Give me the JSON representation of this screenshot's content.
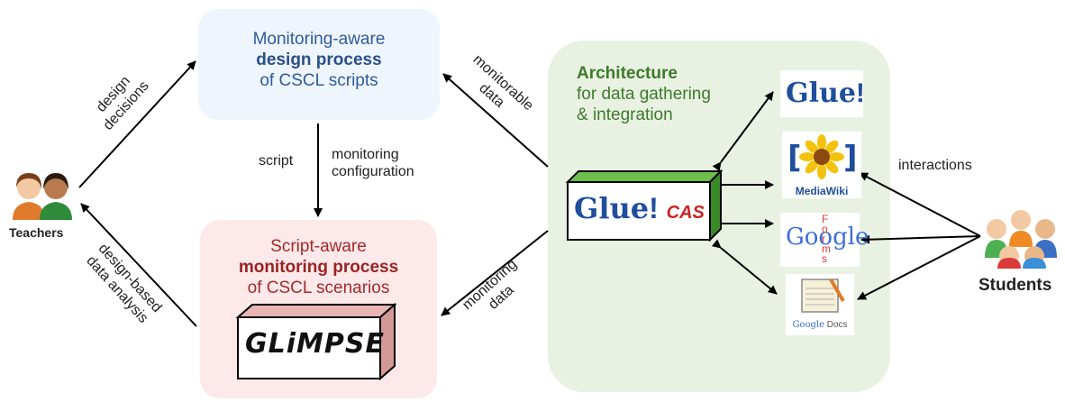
{
  "design_box": {
    "line1": "Monitoring-aware",
    "line2": "design process",
    "line3": "of CSCL scripts"
  },
  "monitoring_box": {
    "line1": "Script-aware",
    "line2": "monitoring process",
    "line3": "of CSCL scenarios"
  },
  "architecture": {
    "line1": "Architecture",
    "line2": "for data gathering",
    "line3": "& integration"
  },
  "teachers_label": "Teachers",
  "students_label": "Students",
  "edges": {
    "design_decisions": [
      "design",
      "decisions"
    ],
    "design_based_analysis": [
      "design-based",
      "data analysis"
    ],
    "script": "script",
    "monitoring_configuration": [
      "monitoring",
      "configuration"
    ],
    "monitorable_data": [
      "monitorable",
      "data"
    ],
    "monitoring_data": [
      "monitoring",
      "data"
    ],
    "interactions": "interactions"
  },
  "tools": {
    "glimpse": "GLiMPSE",
    "glue_cas": {
      "brand": "Glue",
      "suffix": "CAS"
    },
    "glue": "Glue",
    "mediawiki": "MediaWiki",
    "google_forms": {
      "brand": "Google",
      "product": "Forms"
    },
    "google_docs": {
      "brand": "Google",
      "product": "Docs"
    }
  },
  "colors": {
    "design_bg": "#eef5fd",
    "monitor_bg": "#fde9ea",
    "arch_bg": "#e9f2e2",
    "glue_blue": "#1f4f9c",
    "cas_red": "#cc2222",
    "box_green": "#3a8a2a"
  }
}
